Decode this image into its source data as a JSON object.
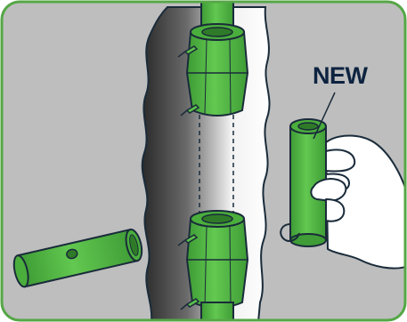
{
  "illustration": {
    "label_new": "NEW",
    "colors": {
      "border": "#55a746",
      "background": "#bebebe",
      "pipe_green": "#5cc24a",
      "pipe_green_dark": "#2f8a2a",
      "outline": "#1a2b3a",
      "label": "#0d2340",
      "hand_skin": "#ffffff"
    },
    "icons": [
      "wall-cutout",
      "vertical-pipe",
      "repair-coupling",
      "hand-holding-pipe",
      "removed-pipe-section"
    ]
  }
}
